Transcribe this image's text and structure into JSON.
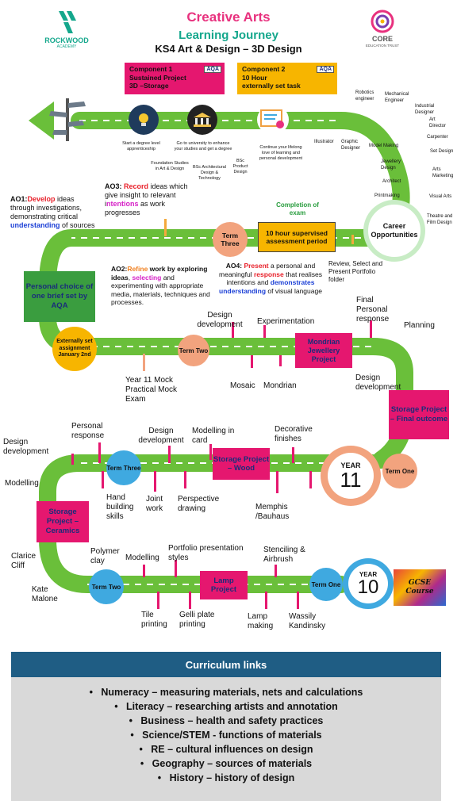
{
  "header": {
    "title": "Creative Arts",
    "subtitle": "Learning Journey",
    "course": "KS4 Art & Design – 3D Design",
    "left_logo": "ROCKWOOD",
    "left_logo_sub": "ACADEMY",
    "right_logo": "CORE",
    "right_logo_sub": "EDUCATION TRUST"
  },
  "components": {
    "c1_line1": "Component 1",
    "c1_line2": "Sustained Project",
    "c1_line3": "3D –Storage",
    "c2_line1": "Component 2",
    "c2_line2": "10 Hour",
    "c2_line3": "externally set task",
    "aqa": "AQA"
  },
  "signpost": {
    "icon": "signpost-icon"
  },
  "pathways": {
    "apprenticeship": "Start a degree level apprenticeship",
    "foundation": "Foundation Studies in Art & Design",
    "university": "Go to university to enhance your studies and get a degree",
    "bsc_arch": "BSc Architectural Design & Technology",
    "bsc_product": "BSc Product Design",
    "lifelong": "Continue your lifelong love of learning and personal development"
  },
  "careers": {
    "title": "Career Opportunities",
    "items": [
      "Robotics engineer",
      "Mechanical Engineer",
      "Industrial Designer",
      "Art Director",
      "Carpenter",
      "Set Design",
      "Arts Marketing",
      "Visual Arts",
      "Theatre and Film Design",
      "Illustrator",
      "Graphic Designer",
      "Model Making",
      "Jewellery Design",
      "Architect",
      "Printmaking"
    ]
  },
  "ao": {
    "ao1_prefix": "AO1:",
    "ao1_verb": "Develop",
    "ao1_text1": " ideas through investigations, demonstrating critical ",
    "ao1_key": "understanding",
    "ao1_text2": " of sources",
    "ao2_prefix": "AO2:",
    "ao2_verb": "Refine",
    "ao2_text1": " work by ",
    "ao2_key1": "exploring ideas",
    "ao2_text2": ", ",
    "ao2_key2": "selecting",
    "ao2_text3": " and experimenting with appropriate media, materials, techniques and processes.",
    "ao3_prefix": "AO3: ",
    "ao3_verb": "Record",
    "ao3_text1": " ideas which give insight to relevant i",
    "ao3_key": "ntentions",
    "ao3_text2": " as work progresses",
    "ao4_prefix": "AO4: ",
    "ao4_verb": "Present",
    "ao4_text1": " a personal and meaningful ",
    "ao4_key1": "response",
    "ao4_text2": " that realises intentions and ",
    "ao4_key2": "demonstrates understanding",
    "ao4_text3": " of visual language"
  },
  "year11": {
    "completion": "Completion of exam",
    "term_three": "Term Three",
    "ten_hour": "10 hour supervised assessment period",
    "review": "Review, Select and Present Portfolio folder",
    "personal_choice": "Personal choice of one brief set by AQA",
    "external": "Externally set assignment January 2nd",
    "term_two": "Term Two",
    "mock": "Year 11 Mock Practical Mock Exam",
    "design_dev": "Design development",
    "mosaic": "Mosaic",
    "experimentation": "Experimentation",
    "mondrian": "Mondrian",
    "mondrian_project": "Mondrian Jewellery Project",
    "final_personal": "Final Personal response",
    "planning": "Planning",
    "design_dev2": "Design development",
    "storage_final": "Storage Project – Final outcome",
    "year_label": "YEAR",
    "year_num": "11",
    "term_one": "Term One"
  },
  "year10": {
    "design_dev": "Design development",
    "personal_response": "Personal response",
    "term_three": "Term Three",
    "design_dev2": "Design development",
    "modelling_card": "Modelling in card",
    "decorative": "Decorative finishes",
    "modelling": "Modelling",
    "hand_building": "Hand building skills",
    "joint_work": "Joint work",
    "perspective": "Perspective drawing",
    "storage_wood": "Storage Project – Wood",
    "memphis": "Memphis /Bauhaus",
    "storage_ceramics": "Storage Project – Ceramics",
    "clarice": "Clarice Cliff",
    "polymer": "Polymer clay",
    "kate": "Kate Malone",
    "term_two": "Term Two",
    "modelling2": "Modelling",
    "portfolio": "Portfolio presentation styles",
    "tile": "Tile printing",
    "gelli": "Gelli plate printing",
    "lamp_project": "Lamp Project",
    "stenciling": "Stenciling & Airbrush",
    "lamp_making": "Lamp making",
    "wassily": "Wassily Kandinsky",
    "term_one": "Term One",
    "year_label": "YEAR",
    "year_num": "10",
    "gcse": "GCSE Course"
  },
  "curriculum": {
    "title": "Curriculum links",
    "items": [
      "Numeracy – measuring materials, nets and calculations",
      "Literacy – researching artists and annotation",
      "Business – health and safety practices",
      "Science/STEM - functions of materials",
      "RE – cultural influences on design",
      "Geography – sources of materials",
      "History – history of design"
    ]
  },
  "colors": {
    "road": "#6abf3a",
    "pink": "#e5176f",
    "green_box": "#3a9d3f",
    "orange": "#f7b500",
    "term_orange": "#f2a37e",
    "term_blue": "#3fa9e0",
    "curriculum_head": "#1f5d84"
  }
}
